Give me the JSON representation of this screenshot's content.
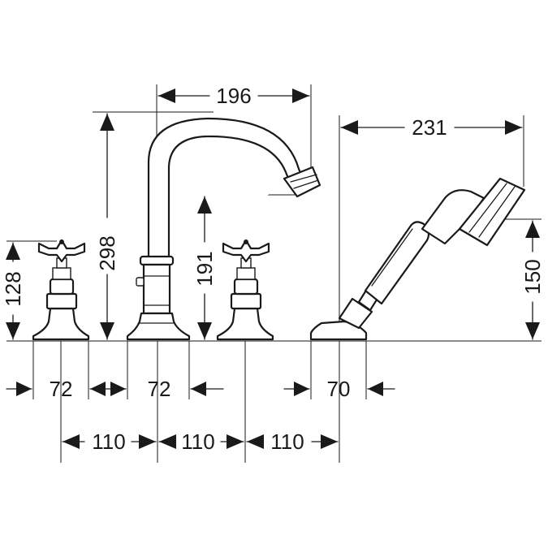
{
  "colors": {
    "ink": "#1a1a1a",
    "paper": "#ffffff"
  },
  "dimensions": {
    "spout_reach": "196",
    "spout_height": "298",
    "spout_outlet_height": "191",
    "handle_height": "128",
    "handle_base_width": "72",
    "spout_base_width": "72",
    "handshower_length": "231",
    "handshower_height": "150",
    "handshower_base_width": "70",
    "spacing_1": "110",
    "spacing_2": "110",
    "spacing_3": "110"
  }
}
